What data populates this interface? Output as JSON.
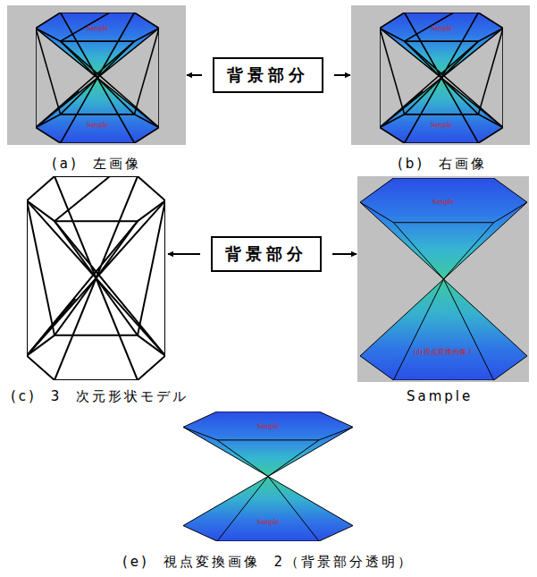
{
  "diagram": {
    "nodes": [
      {
        "text": [
          "背景部分"
        ]
      },
      {
        "text": [
          "背景部分"
        ]
      }
    ],
    "labels": [
      "Sample",
      "Sample",
      "Sample",
      "Sample",
      "(a) 左画像",
      "(b) 右画像",
      "(c) 3 次元形状モデル",
      "Sample",
      "Sample",
      "(d) 視点変換画像 1",
      "Sample",
      "Sample",
      "(e) 視点変換画像 2（背景部分透明）"
    ]
  }
}
